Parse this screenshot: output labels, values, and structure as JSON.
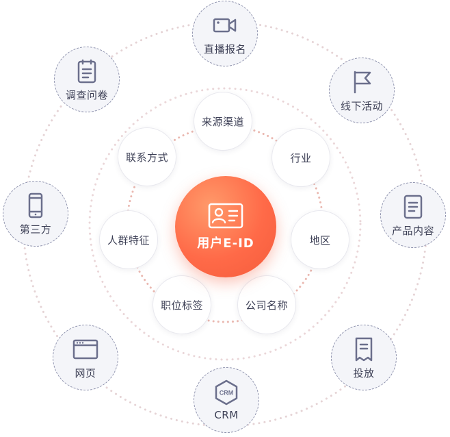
{
  "center": {
    "label": "用户E-ID",
    "icon": "id-card-icon"
  },
  "inner_nodes": [
    {
      "key": "source",
      "label": "来源渠道"
    },
    {
      "key": "industry",
      "label": "行业"
    },
    {
      "key": "region",
      "label": "地区"
    },
    {
      "key": "company",
      "label": "公司名称"
    },
    {
      "key": "position",
      "label": "职位标签"
    },
    {
      "key": "persona",
      "label": "人群特征"
    },
    {
      "key": "contact",
      "label": "联系方式"
    }
  ],
  "outer_nodes": [
    {
      "key": "live",
      "label": "直播报名",
      "icon": "video-camera-icon"
    },
    {
      "key": "offline",
      "label": "线下活动",
      "icon": "flag-icon"
    },
    {
      "key": "product",
      "label": "产品内容",
      "icon": "document-icon"
    },
    {
      "key": "ads",
      "label": "投放",
      "icon": "receipt-icon"
    },
    {
      "key": "crm",
      "label": "CRM",
      "icon": "crm-hexagon-icon",
      "icon_text": "CRM"
    },
    {
      "key": "web",
      "label": "网页",
      "icon": "browser-window-icon"
    },
    {
      "key": "thirdparty",
      "label": "第三方",
      "icon": "mobile-phone-icon"
    },
    {
      "key": "survey",
      "label": "调查问卷",
      "icon": "clipboard-icon"
    }
  ],
  "colors": {
    "accent": "#ff6a48",
    "node_border": "#8e92ad",
    "ring_outer": "#e7cfd0",
    "ring_inner": "#ebb7b0",
    "icon": "#6b6f8c"
  }
}
